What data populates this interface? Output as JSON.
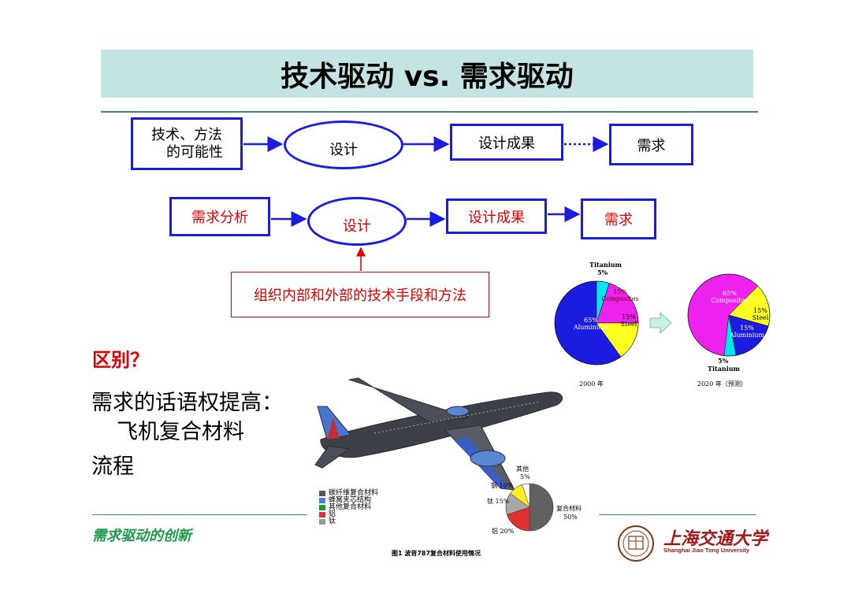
{
  "title": "技术驱动 vs. 需求驱动",
  "row1": {
    "box1_line1": "技术、方法",
    "box1_line2": "的可能性",
    "ellipse": "设计",
    "box2": "设计成果",
    "box3": "需求"
  },
  "row2": {
    "box1": "需求分析",
    "ellipse": "设计",
    "box2": "设计成果",
    "box3": "需求",
    "support_box": "组织内部和外部的技术手段和方法"
  },
  "left": {
    "question": "区别？",
    "line1": "需求的话语权提高：",
    "line2": "飞机复合材料",
    "line3": "流程"
  },
  "footer": {
    "left": "需求驱动的创新",
    "university_cn": "上海交通大学",
    "university_en": "Shanghai Jiao Tong University"
  },
  "pies": {
    "left_caption": "2000 年",
    "right_caption": "2020 年（预测）",
    "titanium": "Titanium",
    "pct5": "5%",
    "left_composites": "15% Composites",
    "left_steel": "15% Steel",
    "left_aluminium": "65% Aluminium",
    "right_composites": "65% Composites",
    "right_steel": "15% Steel",
    "right_aluminium": "15% Aluminium"
  },
  "plane_figure": {
    "legend": [
      "碳纤维复合材料",
      "蜂窝夹芯结构",
      "其他复合材料",
      "铝",
      "钛"
    ],
    "legend_colors": [
      "#555555",
      "#4a7ed8",
      "#1a9a3a",
      "#e03030",
      "#999999"
    ],
    "pie_labels": {
      "other": "其他",
      "other_pct": "5%",
      "steel": "钢 10%",
      "titanium": "钛 15%",
      "composite": "复合材料",
      "composite_pct": "50%",
      "aluminum": "铝 20%"
    },
    "caption": "图1  波音787复合材料使用情况"
  }
}
